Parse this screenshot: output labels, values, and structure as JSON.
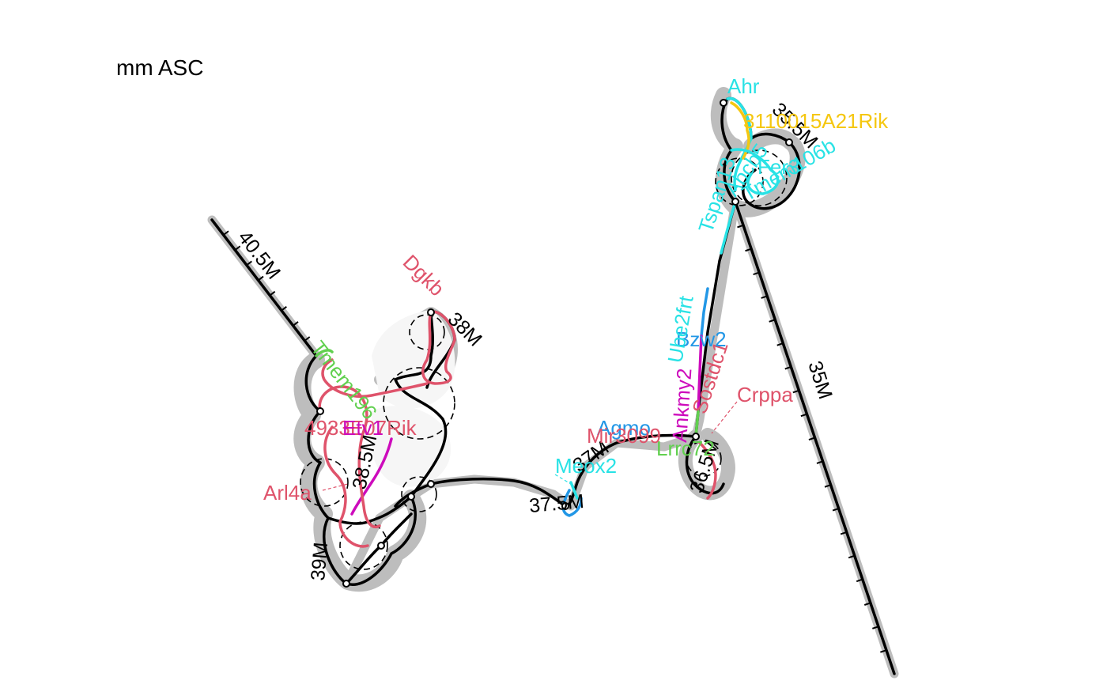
{
  "title": "mm ASC",
  "colors": {
    "backbone": "#000000",
    "halo": "#bdbdbd",
    "red": "#df536b",
    "cyan": "#28e2e5",
    "blue": "#2297e6",
    "magenta": "#cd0bbc",
    "green": "#61d04f",
    "gold": "#f5c710"
  },
  "position_labels": [
    "35M",
    "35.5M",
    "36.5M",
    "37M",
    "37.5M",
    "38M",
    "38.5M",
    "39M",
    "40.5M"
  ],
  "genes": [
    {
      "name": "Ahr",
      "color": "cyan"
    },
    {
      "name": "3110015A21Rik",
      "color": "gold"
    },
    {
      "name": "Sostdc1",
      "color": "red"
    },
    {
      "name": "Crppa",
      "color": "red"
    },
    {
      "name": "Bzw2",
      "color": "blue"
    },
    {
      "name": "Agmo",
      "color": "blue"
    },
    {
      "name": "Meox2",
      "color": "cyan"
    },
    {
      "name": "Ankmy2",
      "color": "magenta"
    },
    {
      "name": "Lrrc72",
      "color": "green"
    },
    {
      "name": "Mir3099",
      "color": "red"
    },
    {
      "name": "Dgkb",
      "color": "red"
    },
    {
      "name": "Arl4a",
      "color": "red"
    },
    {
      "name": "4933E07Rik",
      "color": "red"
    },
    {
      "name": "Etv1",
      "color": "magenta"
    },
    {
      "name": "Tspan13",
      "color": "cyan"
    },
    {
      "name": "Ube2frt",
      "color": "cyan"
    },
    {
      "name": "Tmem196",
      "color": "green"
    },
    {
      "name": "Fer3",
      "color": "cyan"
    },
    {
      "name": "Abcb5",
      "color": "cyan"
    },
    {
      "name": "Tmem106b",
      "color": "cyan"
    }
  ]
}
